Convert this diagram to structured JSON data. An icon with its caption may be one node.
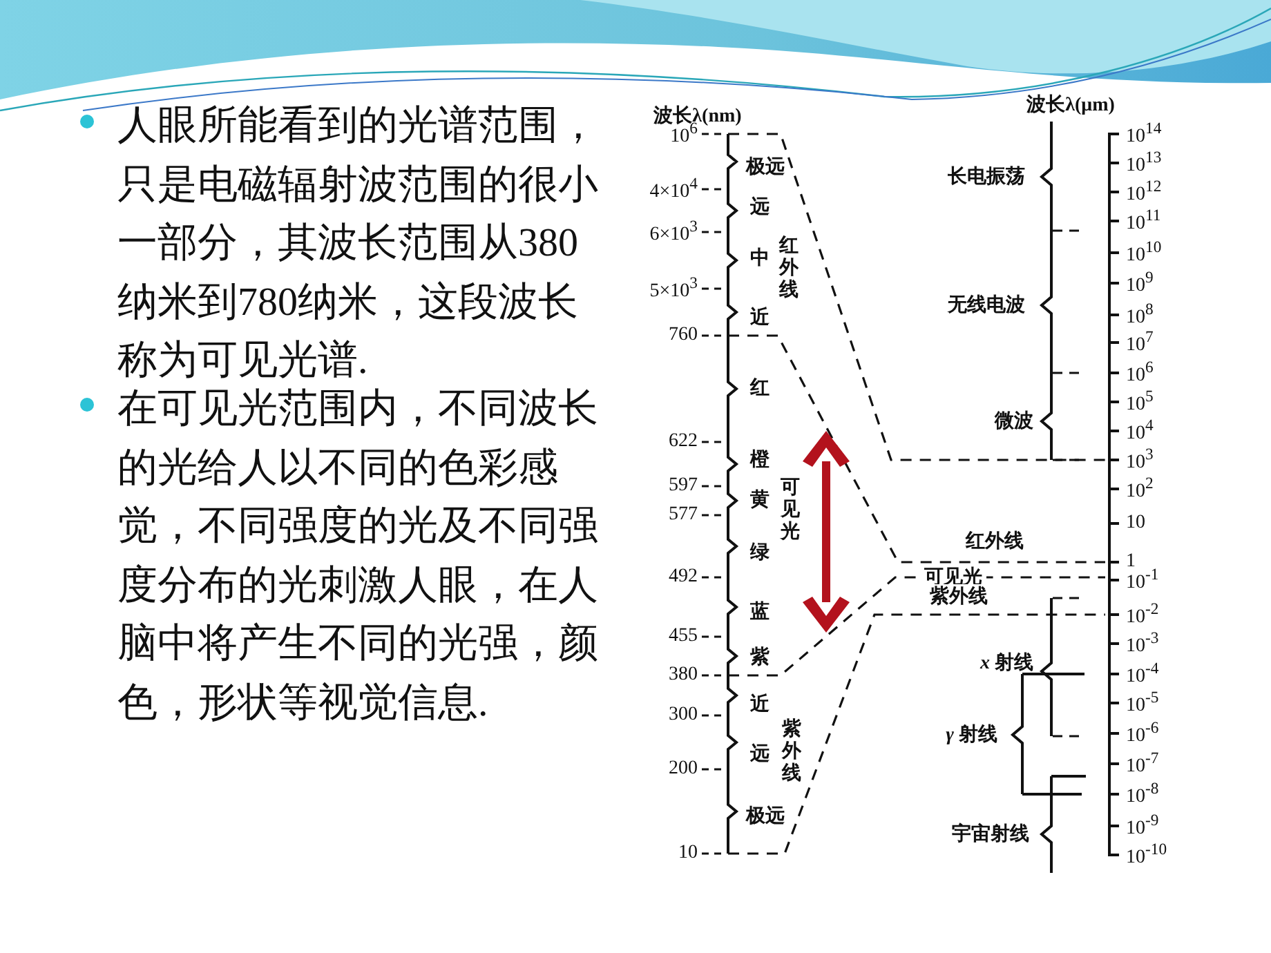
{
  "diagram": {
    "labels": [
      "人眼所能看到的光谱范围，只是电磁辐射波范围的很小一部分，其波长范围从380纳米到780纳米，这段波长称为可见光谱.",
      "在可见光范围内，不同波长的光给人以不同的色彩感觉，不同强度的光及不同强度分布的光刺激人眼，在人脑中将产生不同的光强，颜色，形状等视觉信息.",
      "波长λ(nm)",
      "10$^{6}$",
      "4×10$^{4}$",
      "6×10$^{3}$",
      "5×10$^{3}$",
      "760",
      "622",
      "597",
      "577",
      "492",
      "455",
      "380",
      "300",
      "200",
      "10",
      "极远",
      "远",
      "中",
      "红外线",
      "近",
      "红",
      "橙",
      "可见光",
      "黄",
      "绿",
      "蓝",
      "紫",
      "近",
      "远",
      "紫外线",
      "极远",
      "波长λ(μm)",
      "10$^{14}$",
      "10$^{13}$",
      "10$^{12}$",
      "10$^{11}$",
      "10$^{10}$",
      "10$^{9}$",
      "10$^{8}$",
      "10$^{7}$",
      "10$^{6}$",
      "10$^{5}$",
      "10$^{4}$",
      "10$^{3}$",
      "10$^{2}$",
      "10",
      "1",
      "10$^{-1}$",
      "10$^{-2}$",
      "10$^{-3}$",
      "10$^{-4}$",
      "10$^{-5}$",
      "10$^{-6}$",
      "10$^{-7}$",
      "10$^{-8}$",
      "10$^{-9}$",
      "10$^{-10}$",
      "长电振荡",
      "无线电波",
      "微波",
      "红外线",
      "可见光",
      "紫外线",
      "*x* 射线",
      "*γ* 射线",
      "宇宙射线"
    ]
  }
}
